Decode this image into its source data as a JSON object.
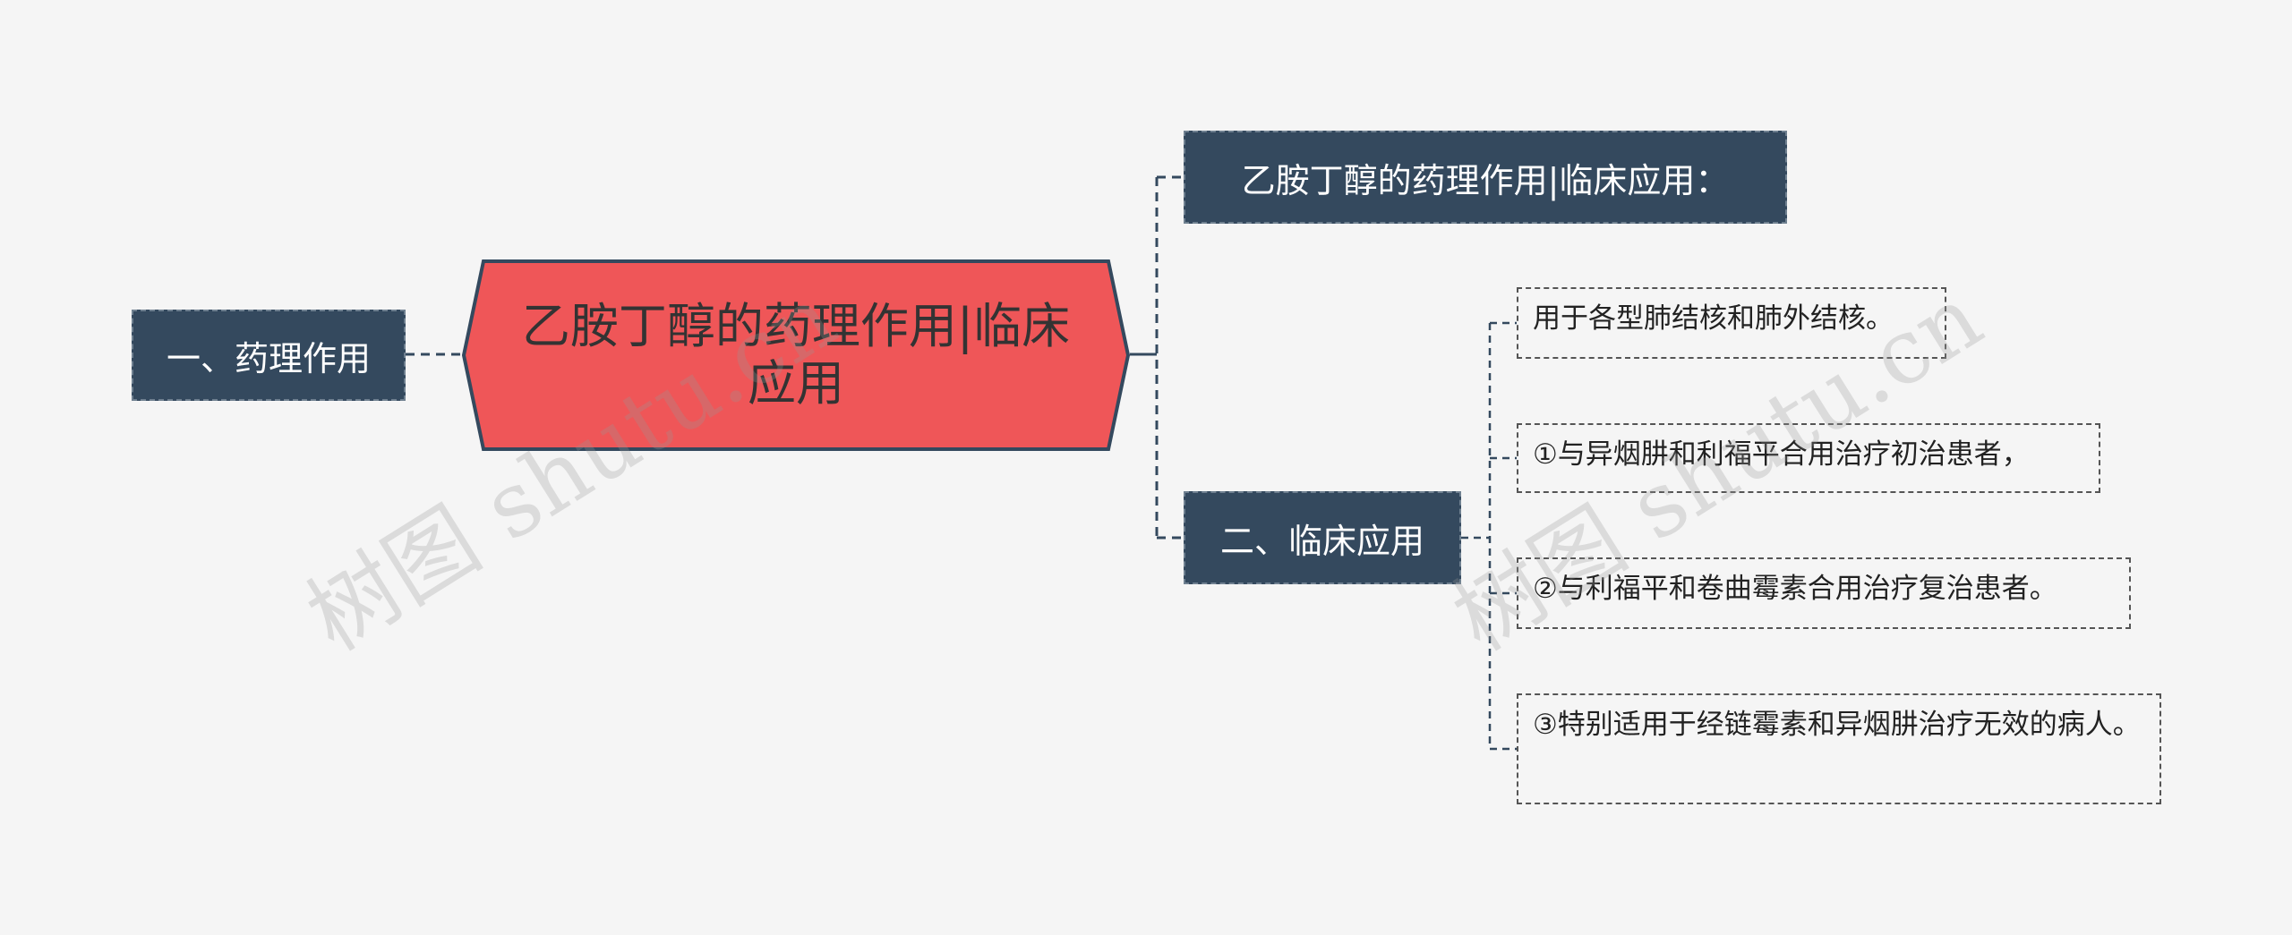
{
  "watermark": "树图 shutu.cn",
  "root": {
    "title": "乙胺丁醇的药理作用|临床应用"
  },
  "left": {
    "label": "一、药理作用"
  },
  "right": {
    "intro": "乙胺丁醇的药理作用|临床应用：",
    "clinical": {
      "label": "二、临床应用",
      "items": [
        "用于各型肺结核和肺外结核。",
        "①与异烟肼和利福平合用治疗初治患者，",
        "②与利福平和卷曲霉素合用治疗复治患者。",
        "③特别适用于经链霉素和异烟肼治疗无效的病人。"
      ]
    }
  },
  "colors": {
    "root_fill": "#ef5658",
    "root_stroke": "#34495e",
    "dark_node": "#34495e",
    "connector": "#34495e",
    "background": "#f5f5f5"
  }
}
